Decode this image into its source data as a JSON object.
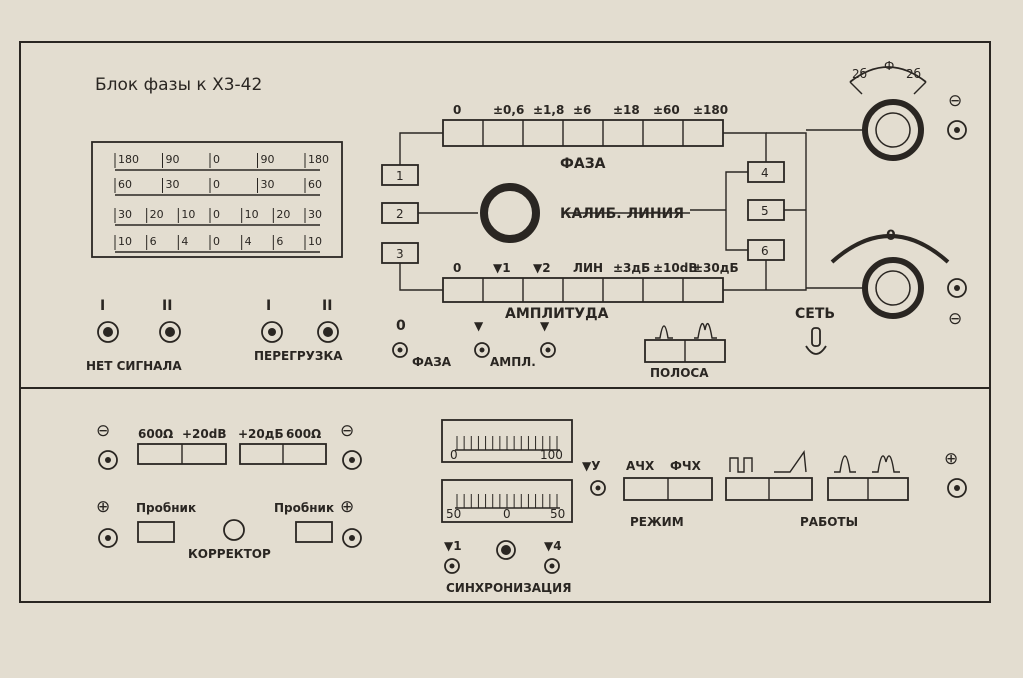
{
  "title": "Блок фазы к Х3-42",
  "scale": {
    "rows": [
      [
        "180",
        "90",
        "0",
        "90",
        "180"
      ],
      [
        "60",
        "30",
        "0",
        "30",
        "60"
      ],
      [
        "30",
        "20",
        "10",
        "0",
        "10",
        "20",
        "30"
      ],
      [
        "10",
        "6",
        "4",
        "0",
        "4",
        "6",
        "10"
      ]
    ]
  },
  "roman": {
    "one": "I",
    "two": "II"
  },
  "labels": {
    "no_signal": "НЕТ СИГНАЛА",
    "overload": "ПЕРЕГРУЗКА",
    "phase": "ФАЗА",
    "amplitude": "АМПЛИТУДА",
    "calib_line": "КАЛИБ. ЛИНИЯ",
    "network": "СЕТЬ",
    "band": "ПОЛОСА",
    "phase_small": "ФАЗА",
    "ampl_small": "АМПЛ.",
    "zero": "0",
    "probe_left": "Пробник",
    "probe_right": "Пробник",
    "corrector": "КОРРЕКТОР",
    "sync": "СИНХРОНИЗАЦИЯ",
    "mode": "РЕЖИМ",
    "work": "РАБОТЫ",
    "y_label": "▼У",
    "achx": "АЧХ",
    "fchx": "ФЧХ",
    "out_left_a": "600Ω",
    "out_left_b": "+20dB",
    "out_right_a": "+20дБ",
    "out_right_b": "600Ω",
    "meter1_lo": "0",
    "meter1_hi": "100",
    "meter2_lo": "50",
    "meter2_mid": "0",
    "meter2_hi": "50",
    "sync_left": "▼1",
    "sync_right": "▼4"
  },
  "phase_buttons": [
    "0",
    "±0,6",
    "±1,8",
    "±6",
    "±18",
    "±60",
    "±180"
  ],
  "amp_buttons": [
    "0",
    "▼1",
    "▼2",
    "ЛИН",
    "±3дБ",
    "±10dB",
    "±30дБ"
  ],
  "numbered_boxes": [
    "1",
    "2",
    "3",
    "4",
    "5",
    "6"
  ],
  "dial": {
    "left": "2б",
    "mid": "Ф",
    "right": "2б"
  },
  "knob_marker": "0"
}
